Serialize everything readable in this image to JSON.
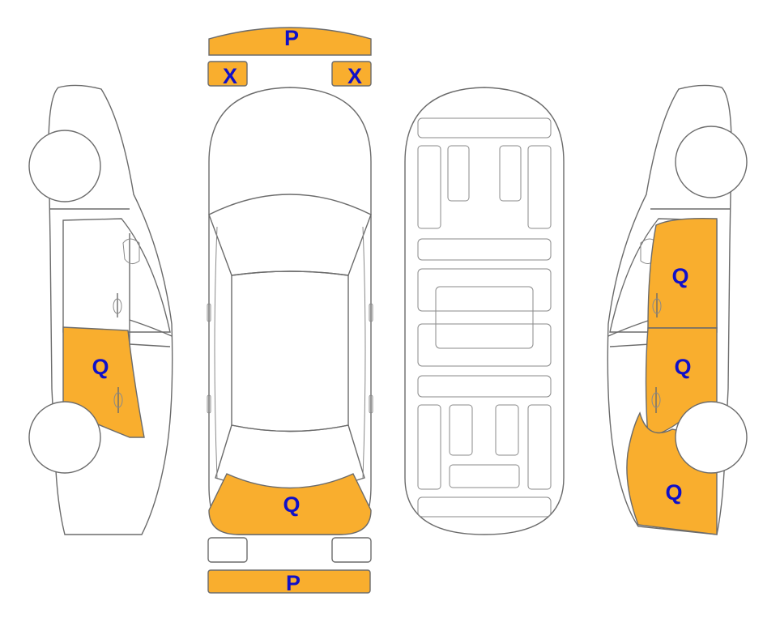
{
  "colors": {
    "highlight": "#F9AE2E",
    "mark_text": "#1010C8",
    "outline": "#6B6B6B"
  },
  "marks": {
    "front_bumper": "P",
    "front_left_fender": "X",
    "front_right_fender": "X",
    "left_rear_door": "Q",
    "rear_panel": "Q",
    "rear_bumper": "P",
    "right_front_door": "Q",
    "right_rear_door": "Q",
    "right_rear_quarter": "Q"
  }
}
